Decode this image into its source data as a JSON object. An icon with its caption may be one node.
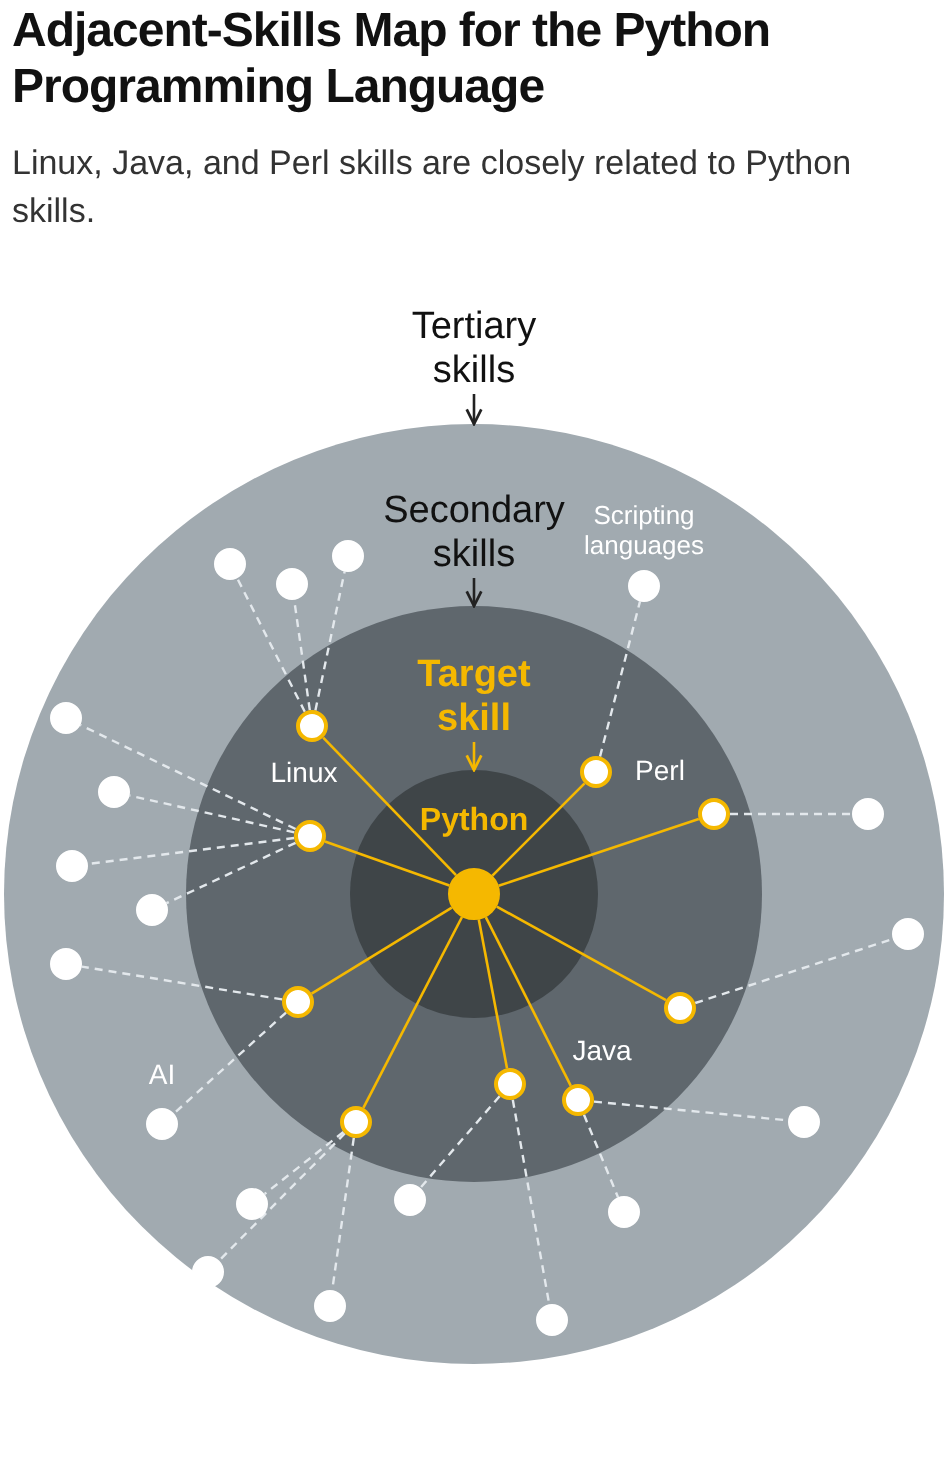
{
  "diagram": {
    "title": "Adjacent-Skills Map for the Python Programming Language",
    "nodes": [
      {
        "text": [
          "Tertiary skills"
        ]
      },
      {
        "text": [],
        "shape": "circle"
      },
      {
        "text": [
          "Secondary skills"
        ],
        "in": 1
      },
      {
        "text": [],
        "shape": "circle",
        "in": 1
      },
      {
        "text": [
          "Target skill"
        ],
        "in": 3
      },
      {
        "text": [],
        "shape": "circle",
        "in": 3
      },
      {
        "text": [
          "Python"
        ],
        "in": 5
      },
      {
        "text": [
          "Linux"
        ],
        "in": 3
      },
      {
        "text": [],
        "shape": "circle",
        "in": 3
      },
      {
        "text": [
          "Perl"
        ],
        "in": 3
      },
      {
        "text": [],
        "shape": "circle",
        "in": 3
      },
      {
        "text": [],
        "shape": "circle",
        "in": 3
      },
      {
        "text": [],
        "shape": "circle",
        "in": 3
      },
      {
        "text": [],
        "shape": "circle",
        "in": 3
      },
      {
        "text": [],
        "shape": "circle",
        "in": 3
      },
      {
        "text": [
          "Java"
        ],
        "in": 3
      },
      {
        "text": [],
        "shape": "circle",
        "in": 1
      },
      {
        "text": [],
        "shape": "circle",
        "in": 1
      },
      {
        "text": [],
        "shape": "circle",
        "in": 1
      },
      {
        "text": [],
        "shape": "circle",
        "in": 1
      },
      {
        "text": [],
        "shape": "circle",
        "in": 1
      },
      {
        "text": [],
        "shape": "circle",
        "in": 1
      },
      {
        "text": [],
        "shape": "circle",
        "in": 1
      },
      {
        "text": [],
        "shape": "circle",
        "in": 1
      },
      {
        "text": [
          "AI"
        ],
        "in": 1
      },
      {
        "text": [],
        "shape": "circle",
        "in": 1
      },
      {
        "text": [],
        "shape": "circle",
        "in": 1
      },
      {
        "text": [],
        "shape": "circle",
        "in": 1
      },
      {
        "text": [],
        "shape": "circle",
        "in": 1
      },
      {
        "text": [
          "Scripting languages"
        ],
        "in": 1
      },
      {
        "text": [],
        "shape": "circle",
        "in": 1
      },
      {
        "text": [],
        "shape": "circle",
        "in": 1
      },
      {
        "text": [],
        "shape": "circle",
        "in": 1
      },
      {
        "text": [],
        "shape": "circle",
        "in": 1
      },
      {
        "text": [],
        "shape": "circle",
        "in": 1
      }
    ],
    "edges": [
      {
        "from": 0,
        "to": 1,
        "arrow": "to",
        "color": "#222222"
      },
      {
        "from": 2,
        "to": 3,
        "arrow": "to",
        "color": "#222222"
      },
      {
        "from": 4,
        "to": 5,
        "arrow": "to",
        "color": "#f5b800"
      },
      {
        "from": 6,
        "to": 7,
        "arrow": "none",
        "color": "#f5b800"
      },
      {
        "from": 6,
        "to": 8,
        "arrow": "none",
        "color": "#f5b800"
      },
      {
        "from": 6,
        "to": 9,
        "arrow": "none",
        "color": "#f5b800"
      },
      {
        "from": 6,
        "to": 10,
        "arrow": "none",
        "color": "#f5b800"
      },
      {
        "from": 6,
        "to": 11,
        "arrow": "none",
        "color": "#f5b800"
      },
      {
        "from": 6,
        "to": 12,
        "arrow": "none",
        "color": "#f5b800"
      },
      {
        "from": 6,
        "to": 13,
        "arrow": "none",
        "color": "#f5b800"
      },
      {
        "from": 6,
        "to": 14,
        "arrow": "none",
        "color": "#f5b800"
      },
      {
        "from": 6,
        "to": 15,
        "arrow": "none",
        "color": "#f5b800"
      },
      {
        "from": 7,
        "to": 16,
        "arrow": "none",
        "style": "dashed"
      },
      {
        "from": 7,
        "to": 17,
        "arrow": "none",
        "style": "dashed"
      },
      {
        "from": 7,
        "to": 18,
        "arrow": "none",
        "style": "dashed"
      },
      {
        "from": 8,
        "to": 19,
        "arrow": "none",
        "style": "dashed"
      },
      {
        "from": 8,
        "to": 20,
        "arrow": "none",
        "style": "dashed"
      },
      {
        "from": 8,
        "to": 21,
        "arrow": "none",
        "style": "dashed"
      },
      {
        "from": 8,
        "to": 22,
        "arrow": "none",
        "style": "dashed"
      },
      {
        "from": 11,
        "to": 23,
        "arrow": "none",
        "style": "dashed"
      },
      {
        "from": 11,
        "to": 24,
        "arrow": "none",
        "style": "dashed"
      },
      {
        "from": 13,
        "to": 25,
        "arrow": "none",
        "style": "dashed"
      },
      {
        "from": 13,
        "to": 26,
        "arrow": "none",
        "style": "dashed"
      },
      {
        "from": 13,
        "to": 27,
        "arrow": "none",
        "style": "dashed"
      },
      {
        "from": 14,
        "to": 28,
        "arrow": "none",
        "style": "dashed"
      },
      {
        "from": 14,
        "to": 34,
        "arrow": "none",
        "style": "dashed"
      },
      {
        "from": 15,
        "to": 32,
        "arrow": "none",
        "style": "dashed"
      },
      {
        "from": 15,
        "to": 33,
        "arrow": "none",
        "style": "dashed"
      },
      {
        "from": 12,
        "to": 31,
        "arrow": "none",
        "style": "dashed"
      },
      {
        "from": 10,
        "to": 30,
        "arrow": "none",
        "style": "dashed"
      },
      {
        "from": 9,
        "to": 29,
        "arrow": "none",
        "style": "dashed"
      }
    ],
    "labels": [
      "Linux, Java, and Perl skills are closely related to Python skills."
    ]
  }
}
